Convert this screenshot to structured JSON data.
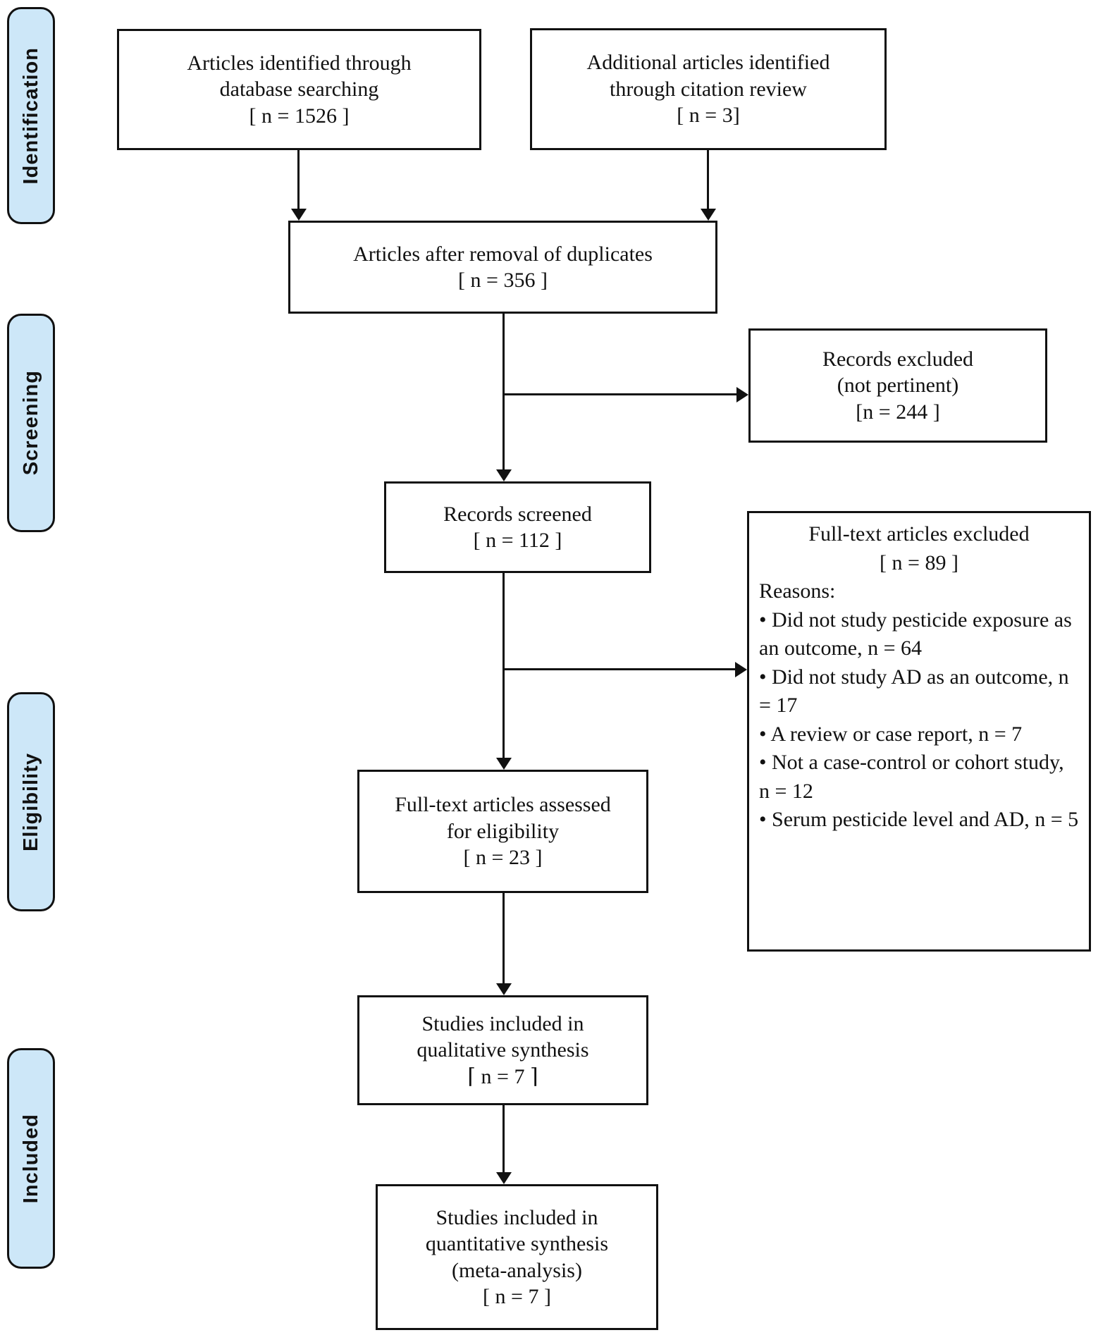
{
  "figure_type": "PRISMA flow diagram",
  "colors": {
    "stage_fill": "#cde7f8",
    "stage_border": "#111111",
    "box_fill": "#ffffff",
    "box_border": "#111111",
    "text": "#111111",
    "arrow": "#111111"
  },
  "stages": [
    {
      "label": "Identification"
    },
    {
      "label": "Screening"
    },
    {
      "label": "Eligibility"
    },
    {
      "label": "Included"
    }
  ],
  "boxes": {
    "identified_database": {
      "lines": [
        "Articles identified through",
        "database searching",
        "[ n = 1526 ]"
      ]
    },
    "identified_citation": {
      "lines": [
        "Additional articles identified",
        "through citation review",
        "[ n = 3]"
      ]
    },
    "after_duplicates": {
      "lines": [
        "Articles after removal of duplicates",
        "[ n = 356 ]"
      ]
    },
    "records_excluded": {
      "lines": [
        "Records excluded",
        "(not pertinent)",
        "[n = 244 ]"
      ]
    },
    "records_screened": {
      "lines": [
        "Records screened",
        "[ n = 112 ]"
      ]
    },
    "fulltext_excluded": {
      "title": "Full-text articles excluded",
      "count": "[ n = 89 ]",
      "reasons_label": "Reasons:",
      "reasons": [
        "• Did not study pesticide exposure as an outcome, n = 64",
        "• Did not study AD as an outcome, n = 17",
        "• A review or case report, n = 7",
        "• Not a case-control or cohort study, n = 12",
        "• Serum pesticide level and AD, n = 5"
      ]
    },
    "fulltext_assessed": {
      "lines": [
        "Full-text articles assessed",
        "for eligibility",
        "[ n = 23 ]"
      ]
    },
    "qualitative_synthesis": {
      "lines": [
        "Studies included in",
        "qualitative synthesis",
        "⌈ n = 7 ⌉"
      ]
    },
    "quantitative_synthesis": {
      "lines": [
        "Studies included in",
        "quantitative synthesis",
        "(meta-analysis)",
        "[ n = 7 ]"
      ]
    }
  }
}
